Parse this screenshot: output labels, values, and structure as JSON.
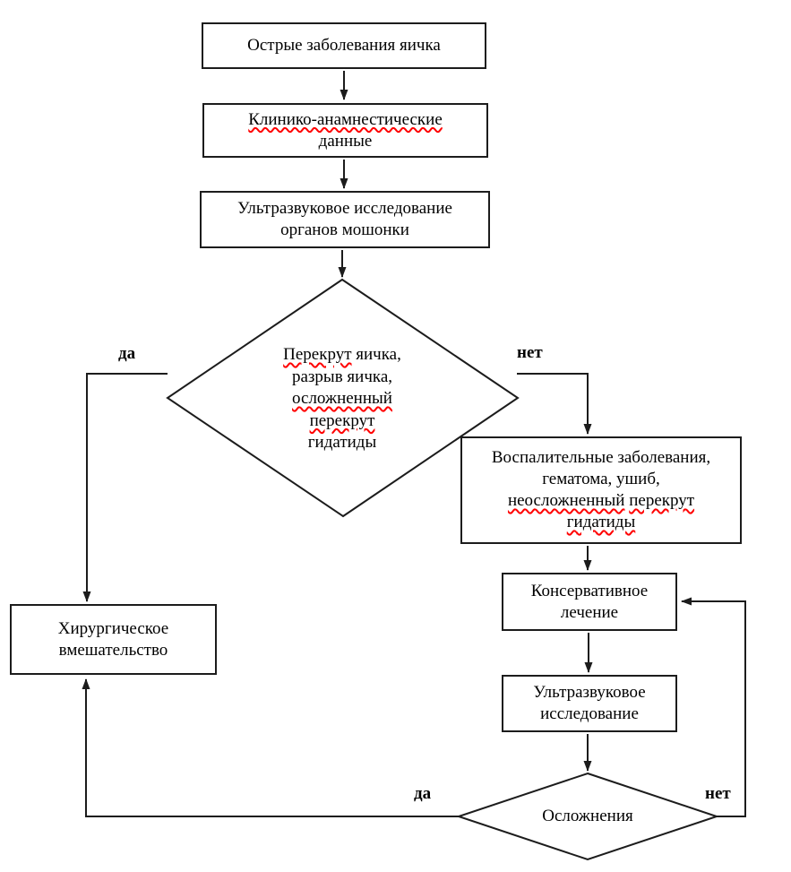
{
  "flowchart": {
    "nodes": {
      "acute_diseases": {
        "shape": "box",
        "lines": [
          [
            {
              "text": "Острые заболевания яичка",
              "wavy": false
            }
          ]
        ]
      },
      "clinical_data": {
        "shape": "box",
        "lines": [
          [
            {
              "text": "Клинико-анамнестические",
              "wavy": true
            }
          ],
          [
            {
              "text": "данные",
              "wavy": false
            }
          ]
        ]
      },
      "ultrasound_scrotum": {
        "shape": "box",
        "lines": [
          [
            {
              "text": "Ультразвуковое исследование",
              "wavy": false
            }
          ],
          [
            {
              "text": "органов мошонки",
              "wavy": false
            }
          ]
        ]
      },
      "torsion_decision": {
        "shape": "diamond",
        "lines": [
          [
            {
              "text": "Перекрут",
              "wavy": true
            },
            {
              "text": " яичка,",
              "wavy": false
            }
          ],
          [
            {
              "text": "разрыв яичка,",
              "wavy": false
            }
          ],
          [
            {
              "text": "осложненный",
              "wavy": true
            }
          ],
          [
            {
              "text": "перекрут",
              "wavy": true
            }
          ],
          [
            {
              "text": "гидатиды",
              "wavy": false
            }
          ]
        ]
      },
      "inflammatory_diseases": {
        "shape": "box",
        "lines": [
          [
            {
              "text": "Воспалительные заболевания,",
              "wavy": false
            }
          ],
          [
            {
              "text": "гематома, ушиб,",
              "wavy": false
            }
          ],
          [
            {
              "text": "неосложненный",
              "wavy": true
            },
            {
              "text": " ",
              "wavy": false
            },
            {
              "text": "перекрут",
              "wavy": true
            }
          ],
          [
            {
              "text": "гидатиды",
              "wavy": true
            }
          ]
        ]
      },
      "conservative_treatment": {
        "shape": "box",
        "lines": [
          [
            {
              "text": "Консервативное",
              "wavy": false
            }
          ],
          [
            {
              "text": "лечение",
              "wavy": false
            }
          ]
        ]
      },
      "ultrasound_followup": {
        "shape": "box",
        "lines": [
          [
            {
              "text": "Ультразвуковое",
              "wavy": false
            }
          ],
          [
            {
              "text": "исследование",
              "wavy": false
            }
          ]
        ]
      },
      "surgical_intervention": {
        "shape": "box",
        "lines": [
          [
            {
              "text": "Хирургическое",
              "wavy": false
            }
          ],
          [
            {
              "text": "вмешательство",
              "wavy": false
            }
          ]
        ]
      },
      "complications_decision": {
        "shape": "diamond",
        "lines": [
          [
            {
              "text": "Осложнения",
              "wavy": false
            }
          ]
        ]
      }
    },
    "edge_labels": {
      "yes_top": "да",
      "no_top": "нет",
      "yes_bottom": "да",
      "no_bottom": "нет"
    },
    "colors": {
      "line": "#1c1c1c",
      "text": "#000000",
      "spellcheck_underline": "#ff0000",
      "background": "#ffffff"
    }
  }
}
